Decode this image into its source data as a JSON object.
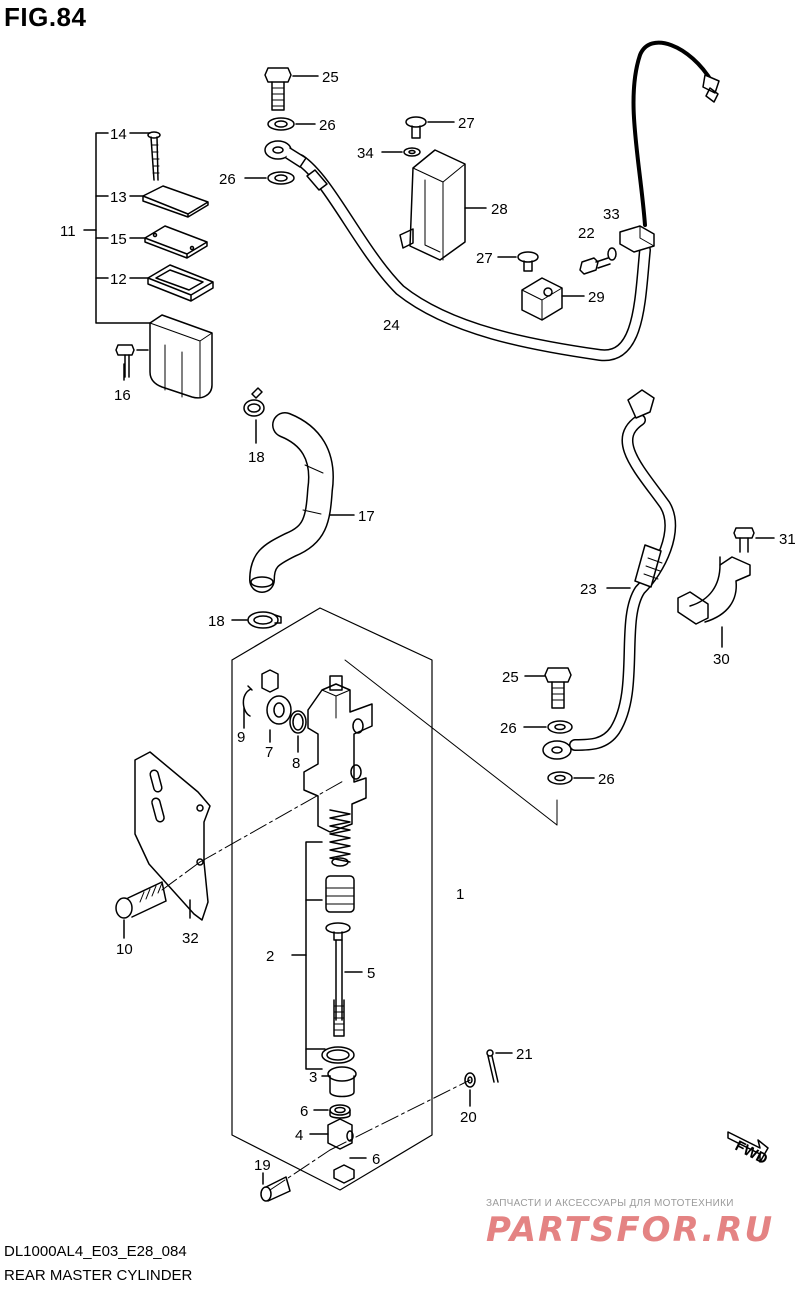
{
  "figure": {
    "title": "FIG.84",
    "code": "DL1000AL4_E03_E28_084",
    "name": "REAR MASTER CYLINDER"
  },
  "watermark": {
    "tagline": "ЗАПЧАСТИ И АКСЕССУАРЫ ДЛЯ МОТОТЕХНИКИ",
    "brand": "PARTSFOR.RU"
  },
  "fwd_label": "FWD",
  "callouts": {
    "c1": "1",
    "c2": "2",
    "c3": "3",
    "c4": "4",
    "c5": "5",
    "c6a": "6",
    "c6b": "6",
    "c7": "7",
    "c8": "8",
    "c9": "9",
    "c10": "10",
    "c11": "11",
    "c12": "12",
    "c13": "13",
    "c14": "14",
    "c15": "15",
    "c16": "16",
    "c17": "17",
    "c18a": "18",
    "c18b": "18",
    "c19": "19",
    "c20": "20",
    "c21": "21",
    "c22": "22",
    "c23": "23",
    "c24": "24",
    "c25a": "25",
    "c25b": "25",
    "c26a": "26",
    "c26b": "26",
    "c26c": "26",
    "c26d": "26",
    "c27a": "27",
    "c27b": "27",
    "c28": "28",
    "c29": "29",
    "c30": "30",
    "c31": "31",
    "c32": "32",
    "c33": "33",
    "c34": "34"
  }
}
